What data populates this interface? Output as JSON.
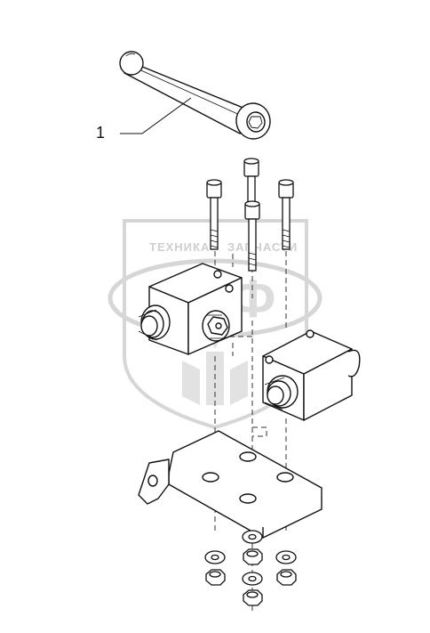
{
  "drawing": {
    "callouts": [
      {
        "label": "1"
      }
    ]
  },
  "watermark": {
    "text_top_left": "ТЕХНИКА",
    "text_top_right": "ЗАПЧАСТИ",
    "monogram": "ЭПФ",
    "color": "#d8d8d8"
  },
  "colors": {
    "line": "#111111",
    "dash": "#333333",
    "fill": "#ffffff",
    "shade": "#e9e9e9"
  }
}
